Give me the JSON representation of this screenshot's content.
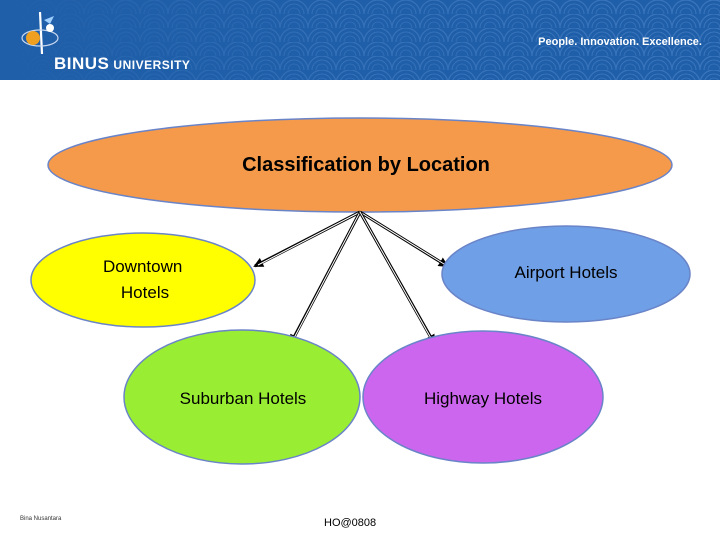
{
  "header": {
    "brand_main": "BINUS",
    "brand_sub": "UNIVERSITY",
    "tagline": "People. Innovation. Excellence."
  },
  "diagram": {
    "root": "Classification by Location",
    "nodes": {
      "downtown": [
        "Downtown",
        "Hotels"
      ],
      "airport": "Airport Hotels",
      "suburban": "Suburban Hotels",
      "highway": "Highway Hotels"
    }
  },
  "footer": {
    "author": "Bina Nusantara",
    "code": "HO@0808"
  },
  "colors": {
    "header_blue": "#1f5ea8",
    "root_fill": "#f59a4a",
    "downtown_fill": "#ffff00",
    "airport_fill": "#6f9fe6",
    "suburban_fill": "#99ee33",
    "highway_fill": "#cc66ee",
    "node_stroke": "#6a84c8"
  }
}
